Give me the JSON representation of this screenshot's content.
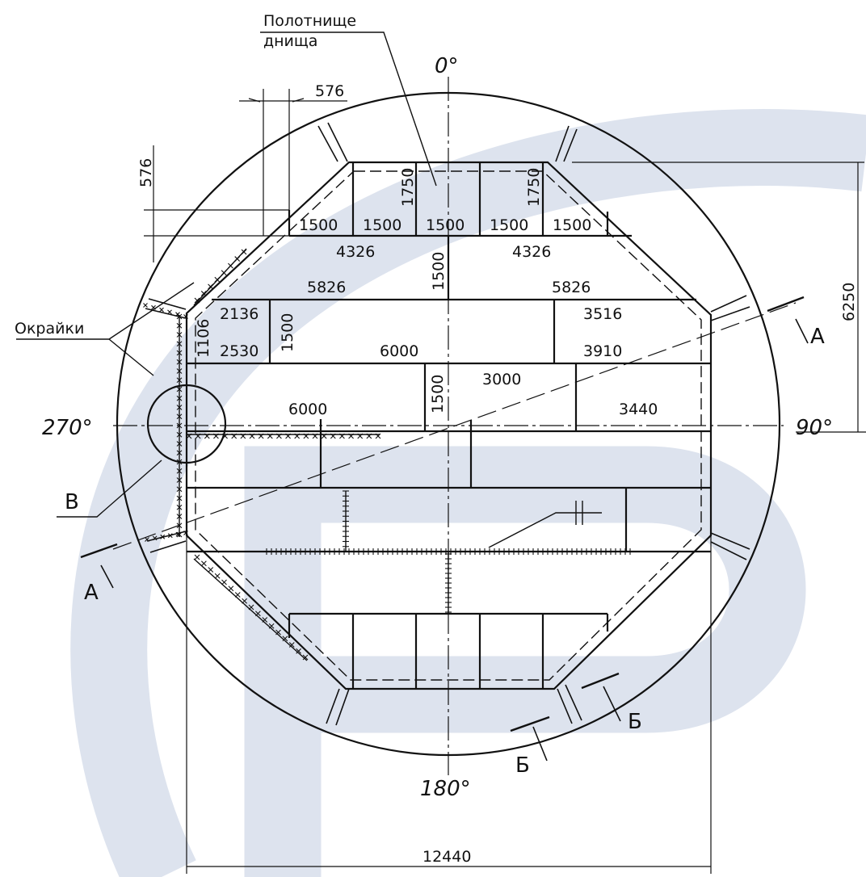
{
  "labels": {
    "bottom_sheet": [
      "Полотнище",
      "днища"
    ],
    "edges": "Окрайки"
  },
  "angles": {
    "a0": "0°",
    "a90": "90°",
    "a180": "180°",
    "a270": "270°"
  },
  "sections": {
    "A_right": "А",
    "A_left": "А",
    "B_right": "Б",
    "B_left": "Б",
    "V": "В"
  },
  "dims": {
    "d576_top": "576",
    "d576_left": "576",
    "d6250": "6250",
    "d12440": "12440",
    "d1750_a": "1750",
    "d1750_b": "1750",
    "d1500_1": "1500",
    "d1500_2": "1500",
    "d1500_3": "1500",
    "d1500_4": "1500",
    "d1500_5": "1500",
    "d4326_a": "4326",
    "d4326_b": "4326",
    "d1500_v1": "1500",
    "d5826_a": "5826",
    "d5826_b": "5826",
    "d2136": "2136",
    "d1106": "1106",
    "d1500_v2": "1500",
    "d2530": "2530",
    "d6000_a": "6000",
    "d3516": "3516",
    "d3910": "3910",
    "d3000": "3000",
    "d1500_v3": "1500",
    "d6000_b": "6000",
    "d3440": "3440"
  },
  "colors": {
    "line": "#111111",
    "watermark": "#dde3ee"
  }
}
